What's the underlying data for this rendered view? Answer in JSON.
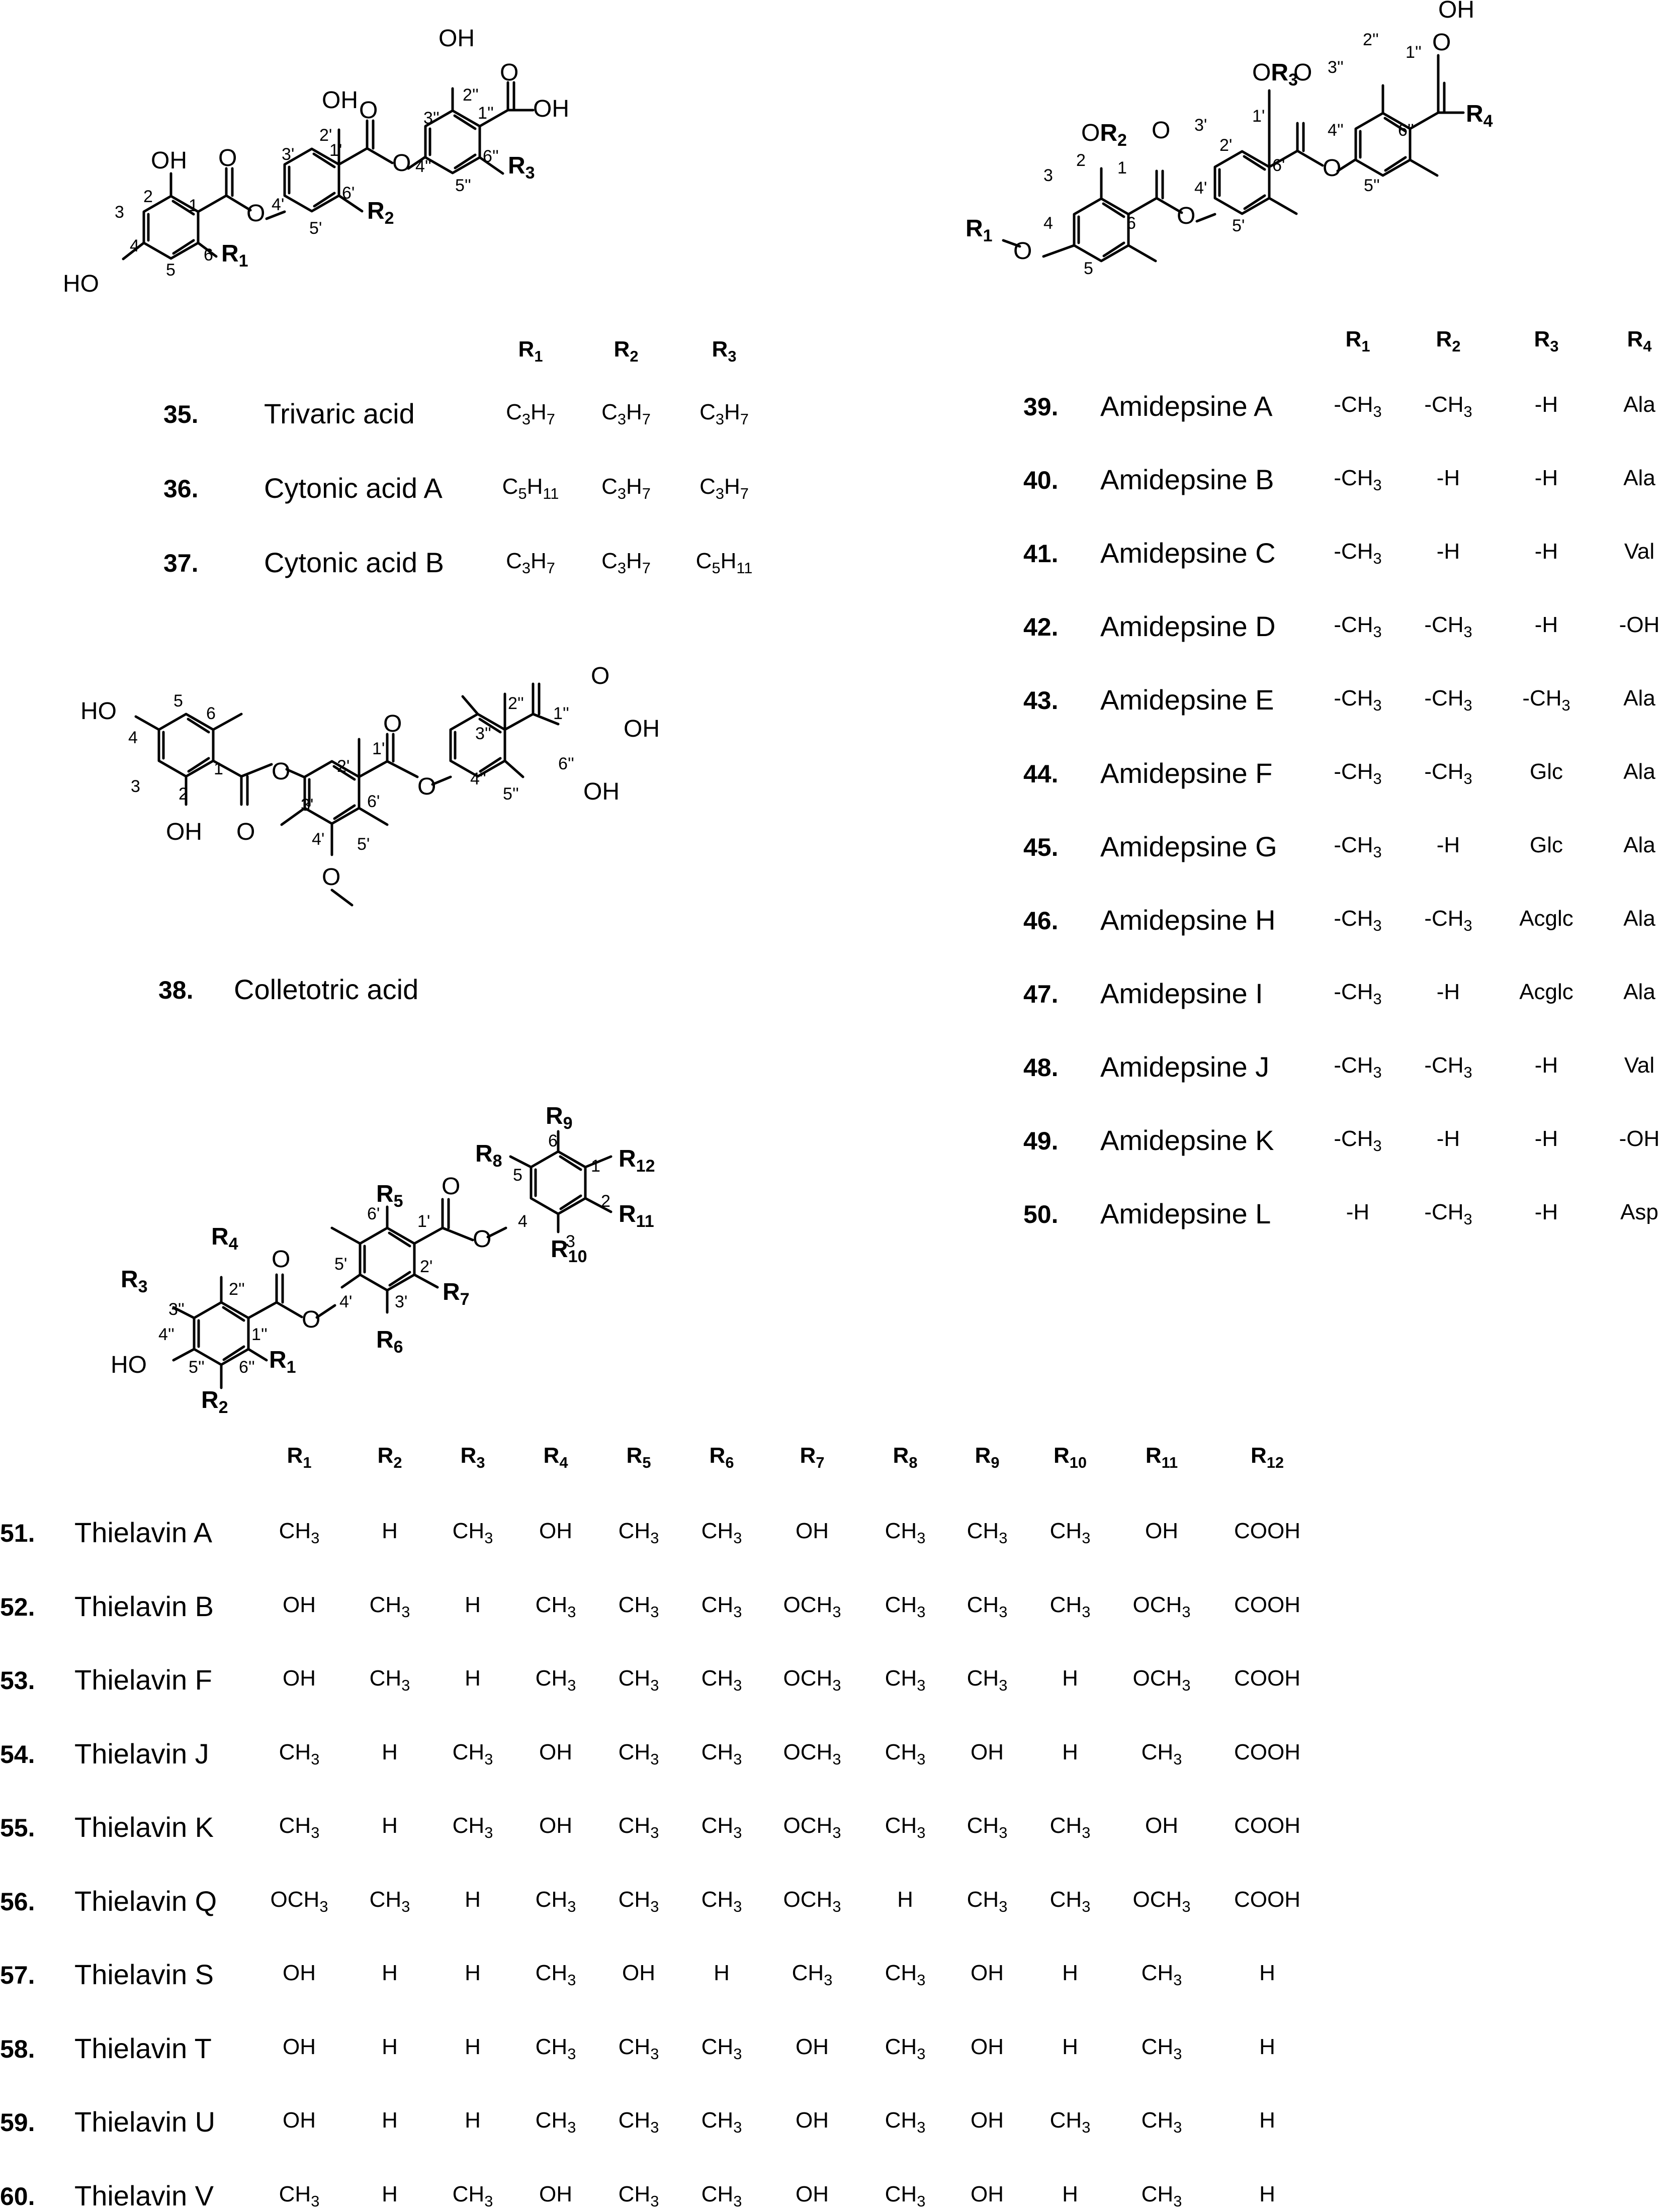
{
  "figure": {
    "top_left": {
      "headers": [
        "R1",
        "R2",
        "R3"
      ],
      "rows": [
        {
          "num": "35.",
          "name": "Trivaric acid",
          "r": [
            "C3H7",
            "C3H7",
            "C3H7"
          ]
        },
        {
          "num": "36.",
          "name": "Cytonic acid A",
          "r": [
            "C5H11",
            "C3H7",
            "C3H7"
          ]
        },
        {
          "num": "37.",
          "name": "Cytonic acid B",
          "r": [
            "C3H7",
            "C3H7",
            "C5H11"
          ]
        }
      ]
    },
    "colletotric": {
      "num": "38.",
      "name": "Colletotric acid"
    },
    "amidepsines": {
      "headers": [
        "R1",
        "R2",
        "R3",
        "R4"
      ],
      "rows": [
        {
          "num": "39.",
          "name": "Amidepsine A",
          "r": [
            "-CH3",
            "-CH3",
            "-H",
            "Ala"
          ]
        },
        {
          "num": "40.",
          "name": "Amidepsine B",
          "r": [
            "-CH3",
            "-H",
            "-H",
            "Ala"
          ]
        },
        {
          "num": "41.",
          "name": "Amidepsine C",
          "r": [
            "-CH3",
            "-H",
            "-H",
            "Val"
          ]
        },
        {
          "num": "42.",
          "name": "Amidepsine D",
          "r": [
            "-CH3",
            "-CH3",
            "-H",
            "-OH"
          ]
        },
        {
          "num": "43.",
          "name": "Amidepsine E",
          "r": [
            "-CH3",
            "-CH3",
            "-CH3",
            "Ala"
          ]
        },
        {
          "num": "44.",
          "name": "Amidepsine F",
          "r": [
            "-CH3",
            "-CH3",
            "Glc",
            "Ala"
          ]
        },
        {
          "num": "45.",
          "name": "Amidepsine G",
          "r": [
            "-CH3",
            "-H",
            "Glc",
            "Ala"
          ]
        },
        {
          "num": "46.",
          "name": "Amidepsine H",
          "r": [
            "-CH3",
            "-CH3",
            "Acglc",
            "Ala"
          ]
        },
        {
          "num": "47.",
          "name": "Amidepsine I",
          "r": [
            "-CH3",
            "-H",
            "Acglc",
            "Ala"
          ]
        },
        {
          "num": "48.",
          "name": "Amidepsine J",
          "r": [
            "-CH3",
            "-CH3",
            "-H",
            "Val"
          ]
        },
        {
          "num": "49.",
          "name": "Amidepsine K",
          "r": [
            "-CH3",
            "-H",
            "-H",
            "-OH"
          ]
        },
        {
          "num": "50.",
          "name": "Amidepsine L",
          "r": [
            "-H",
            "-CH3",
            "-H",
            "Asp"
          ]
        }
      ]
    },
    "thielavins": {
      "headers": [
        "R1",
        "R2",
        "R3",
        "R4",
        "R5",
        "R6",
        "R7",
        "R8",
        "R9",
        "R10",
        "R11",
        "R12"
      ],
      "rows": [
        {
          "num": "51.",
          "name": "Thielavin A",
          "r": [
            "CH3",
            "H",
            "CH3",
            "OH",
            "CH3",
            "CH3",
            "OH",
            "CH3",
            "CH3",
            "CH3",
            "OH",
            "COOH"
          ]
        },
        {
          "num": "52.",
          "name": "Thielavin B",
          "r": [
            "OH",
            "CH3",
            "H",
            "CH3",
            "CH3",
            "CH3",
            "OCH3",
            "CH3",
            "CH3",
            "CH3",
            "OCH3",
            "COOH"
          ]
        },
        {
          "num": "53.",
          "name": "Thielavin F",
          "r": [
            "OH",
            "CH3",
            "H",
            "CH3",
            "CH3",
            "CH3",
            "OCH3",
            "CH3",
            "CH3",
            "H",
            "OCH3",
            "COOH"
          ]
        },
        {
          "num": "54.",
          "name": "Thielavin J",
          "r": [
            "CH3",
            "H",
            "CH3",
            "OH",
            "CH3",
            "CH3",
            "OCH3",
            "CH3",
            "OH",
            "H",
            "CH3",
            "COOH"
          ]
        },
        {
          "num": "55.",
          "name": "Thielavin K",
          "r": [
            "CH3",
            "H",
            "CH3",
            "OH",
            "CH3",
            "CH3",
            "OCH3",
            "CH3",
            "CH3",
            "CH3",
            "OH",
            "COOH"
          ]
        },
        {
          "num": "56.",
          "name": "Thielavin Q",
          "r": [
            "OCH3",
            "CH3",
            "H",
            "CH3",
            "CH3",
            "CH3",
            "OCH3",
            "H",
            "CH3",
            "CH3",
            "OCH3",
            "COOH"
          ]
        },
        {
          "num": "57.",
          "name": "Thielavin S",
          "r": [
            "OH",
            "H",
            "H",
            "CH3",
            "OH",
            "H",
            "CH3",
            "CH3",
            "OH",
            "H",
            "CH3",
            "H"
          ]
        },
        {
          "num": "58.",
          "name": "Thielavin T",
          "r": [
            "OH",
            "H",
            "H",
            "CH3",
            "CH3",
            "CH3",
            "OH",
            "CH3",
            "OH",
            "H",
            "CH3",
            "H"
          ]
        },
        {
          "num": "59.",
          "name": "Thielavin U",
          "r": [
            "OH",
            "H",
            "H",
            "CH3",
            "CH3",
            "CH3",
            "OH",
            "CH3",
            "OH",
            "CH3",
            "CH3",
            "H"
          ]
        },
        {
          "num": "60.",
          "name": "Thielavin V",
          "r": [
            "CH3",
            "H",
            "CH3",
            "OH",
            "CH3",
            "CH3",
            "OH",
            "CH3",
            "OH",
            "H",
            "CH3",
            "H"
          ]
        }
      ]
    }
  }
}
